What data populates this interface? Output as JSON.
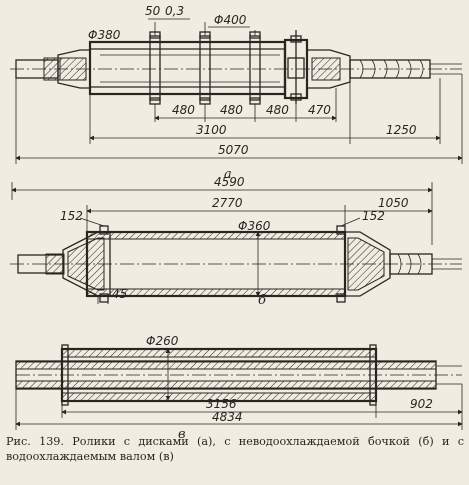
{
  "figure_a": {
    "label": "а",
    "dims": {
      "d380": "Φ380",
      "d400": "Φ400",
      "top_small": "50",
      "top_small2": "0,3",
      "s480a": "480",
      "s480b": "480",
      "s480c": "480",
      "s470": "470",
      "s3100": "3100",
      "s1250": "1250",
      "s5070": "5070"
    }
  },
  "figure_b": {
    "label": "б",
    "dims": {
      "s4590": "4590",
      "s2770": "2770",
      "s1050": "1050",
      "s152a": "152",
      "s152b": "152",
      "d360": "Φ360",
      "s45": "45"
    }
  },
  "figure_c": {
    "label": "в",
    "dims": {
      "d260": "Φ260",
      "s3156": "3156",
      "s902": "902",
      "s4834": "4834"
    }
  },
  "caption": "Рис. 139. Ролики с дисками (а), с неводоохлаждаемой бочкой (б) и с водоохлаждаемым валом (в)"
}
